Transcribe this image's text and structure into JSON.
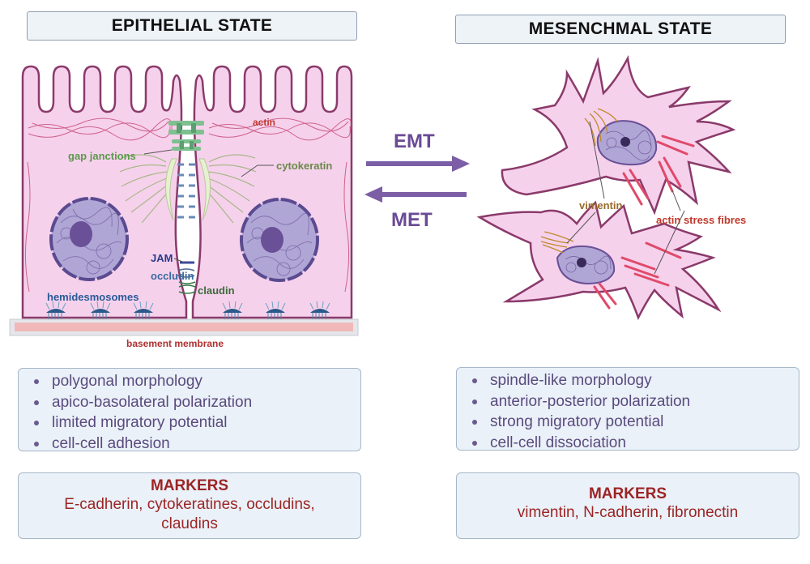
{
  "epithelial": {
    "title": "EPITHELIAL STATE",
    "labels": {
      "actin": "actin",
      "gap_junctions": "gap janctions",
      "cytokeratin": "cytokeratin",
      "jam": "JAM",
      "occludin": "occludin",
      "claudin": "claudin",
      "hemidesmosomes": "hemidesmosomes",
      "basement_membrane": "basement membrane"
    },
    "properties": [
      "polygonal morphology",
      "apico-basolateral polarization",
      "limited migratory potential",
      "cell-cell adhesion"
    ],
    "markers_heading": "MARKERS",
    "markers_line1": "E-cadherin, cytokeratines, occludins,",
    "markers_line2": "claudins"
  },
  "transition": {
    "emt": "EMT",
    "met": "MET"
  },
  "mesenchymal": {
    "title": "MESENCHMAL STATE",
    "labels": {
      "vimentin": "vimentin",
      "actin_stress_fibres": "actin stress fibres"
    },
    "properties": [
      "spindle-like morphology",
      "anterior-posterior polarization",
      "strong migratory potential",
      "cell-cell dissociation"
    ],
    "markers_heading": "MARKERS",
    "markers_line1": "vimentin, N-cadherin, fibronectin"
  },
  "colors": {
    "cell_fill": "#f6d1ec",
    "cell_outline": "#8a3a6a",
    "nucleus": "#aaa1cf",
    "nucleolus": "#6a5096",
    "arrow": "#7b5ea6",
    "marker_text": "#9c2424",
    "property_text": "#5a4a7e"
  }
}
